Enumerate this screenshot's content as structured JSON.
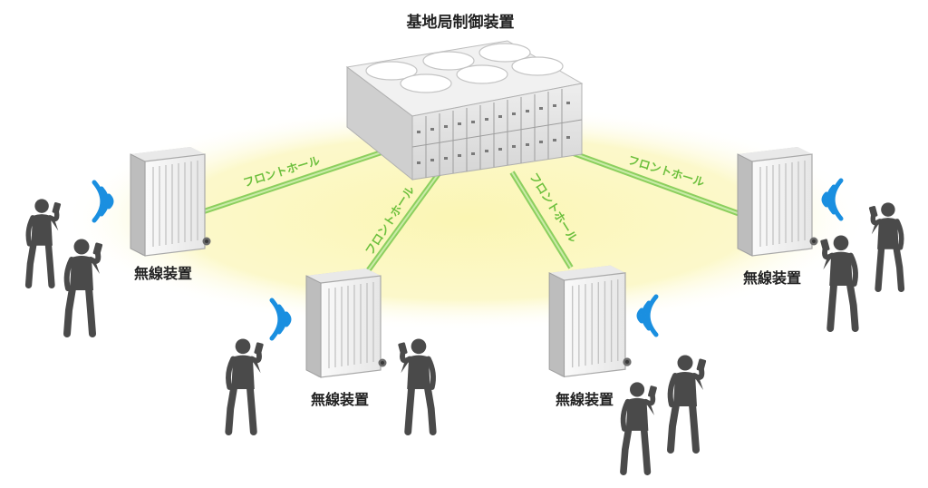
{
  "title": "基地局制御装置",
  "fronthaul_label": "フロントホール",
  "radio_unit_label": "無線装置",
  "colors": {
    "glow": "#fbf6b4",
    "link": "#8ccf5e",
    "link_light": "#c9eba8",
    "text_green": "#6cbf3c",
    "signal": "#1a8fe0",
    "person": "#4a4a4a",
    "device_light": "#f2f2f2",
    "device_dark": "#b9b9b9"
  },
  "icons": [
    "server-icon",
    "radio-unit-icon",
    "wifi-signal-icon",
    "person-icon",
    "smartphone-icon"
  ]
}
